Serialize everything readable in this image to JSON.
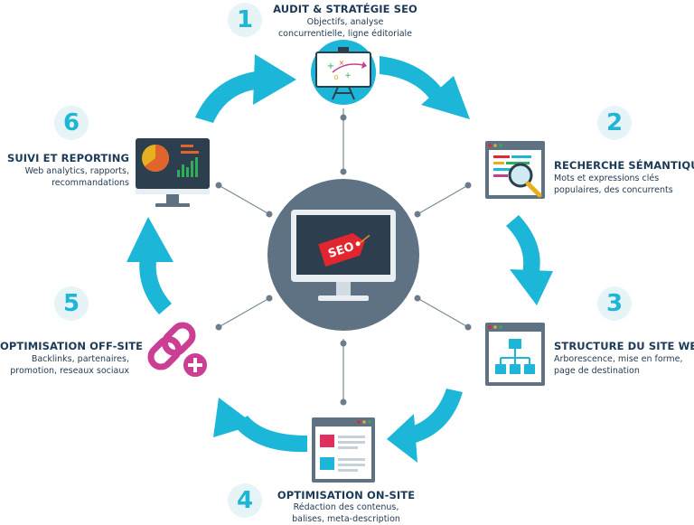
{
  "center": {
    "badge_text": "SEO"
  },
  "steps": [
    {
      "number": "1",
      "title": "AUDIT & STRATÉGIE SEO",
      "desc_lines": [
        "Objectifs, analyse",
        "concurrentielle, ligne éditoriale"
      ]
    },
    {
      "number": "2",
      "title": "RECHERCHE SÉMANTIQUE",
      "desc_lines": [
        "Mots et expressions clés",
        "populaires, des concurrents"
      ]
    },
    {
      "number": "3",
      "title": "STRUCTURE DU SITE WEB",
      "desc_lines": [
        "Arborescence, mise en forme,",
        "page de destination"
      ]
    },
    {
      "number": "4",
      "title": "OPTIMISATION ON-SITE",
      "desc_lines": [
        "Rédaction des contenus,",
        "balises, meta-description"
      ]
    },
    {
      "number": "5",
      "title": "OPTIMISATION OFF-SITE",
      "desc_lines": [
        "Backlinks, partenaires,",
        "promotion, reseaux sociaux"
      ]
    },
    {
      "number": "6",
      "title": "SUIVI ET REPORTING",
      "desc_lines": [
        "Web analytics, rapports,",
        "recommandations"
      ]
    }
  ],
  "icons": {
    "step1": "whiteboard-strategy-icon",
    "step2": "browser-magnifier-icon",
    "step3": "sitemap-tree-icon",
    "step4": "content-page-icon",
    "step5": "link-plus-icon",
    "step6": "analytics-monitor-icon",
    "center": "seo-monitor-icon"
  },
  "colors": {
    "accent": "#1fb6d6",
    "navy": "#1c3a57",
    "center_circle": "#5f7283",
    "connector": "#6b7d8c",
    "link_magenta": "#cc3d94"
  }
}
